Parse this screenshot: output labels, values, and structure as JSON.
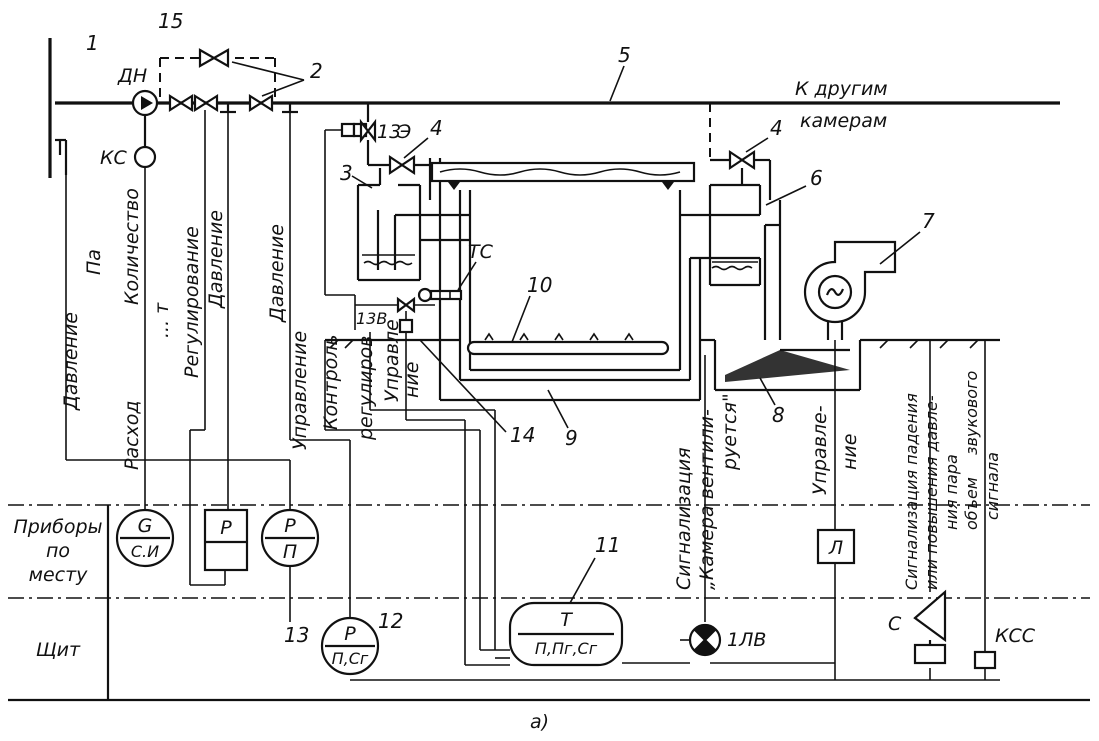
{
  "numbers": {
    "n1": "1",
    "n2": "2",
    "n3": "3",
    "n4a": "4",
    "n4b": "4",
    "n5": "5",
    "n6": "6",
    "n7": "7",
    "n8": "8",
    "n9": "9",
    "n10": "10",
    "n11": "11",
    "n12": "12",
    "n13": "13",
    "n14": "14",
    "n15": "15"
  },
  "labels": {
    "dn": "ДН",
    "ks": "КС",
    "k_drugim": "К другим",
    "kameram": "камерам",
    "v13e": "13",
    "v13e_suffix": "Э",
    "v13v": "13В",
    "ts": "ТС"
  },
  "vertical_labels": {
    "davlenie_left": "Давление",
    "pa": "Па",
    "rashod": "Расход",
    "kolichestvo": "Количество",
    "dots_m": "... т",
    "regulirovanie": "Регулирование",
    "davlenie_mid": "Давление",
    "davlenie_right": "Давление",
    "upravlenie1": "Управление",
    "kontrol": "Контроль",
    "regulirov": "регулиров",
    "upravle": "Управле",
    "nie": "ние",
    "signal_kamera_1": "Сигнализация",
    "signal_kamera_2": "„Камера вентили-",
    "signal_kamera_3": "руется\"",
    "upravle2": "Управле-",
    "nie2": "ние",
    "signal_pad_1": "Сигнализация падения",
    "signal_pad_2": "или повышения давле-",
    "signal_pad_3": "ния пара",
    "signal_pad_4": "звукового",
    "signal_pad_5": "объем",
    "signal_pad_6": "сигнала"
  },
  "rows": {
    "pribory_1": "Приборы",
    "pribory_2": "по",
    "pribory_3": "месту",
    "shchit": "Щит"
  },
  "instruments": {
    "g_top": "G",
    "g_bottom": "С.И",
    "p_box": "P",
    "p13_top": "P",
    "p13_bottom": "П",
    "p12_top": "P",
    "p12_bottom": "П,Сг",
    "t11_top": "T",
    "t11_bottom": "П,Пг,Сг",
    "l_box": "Л",
    "lamp": "1ЛВ",
    "siren": "С",
    "kss": "КСС"
  },
  "caption": "а)"
}
